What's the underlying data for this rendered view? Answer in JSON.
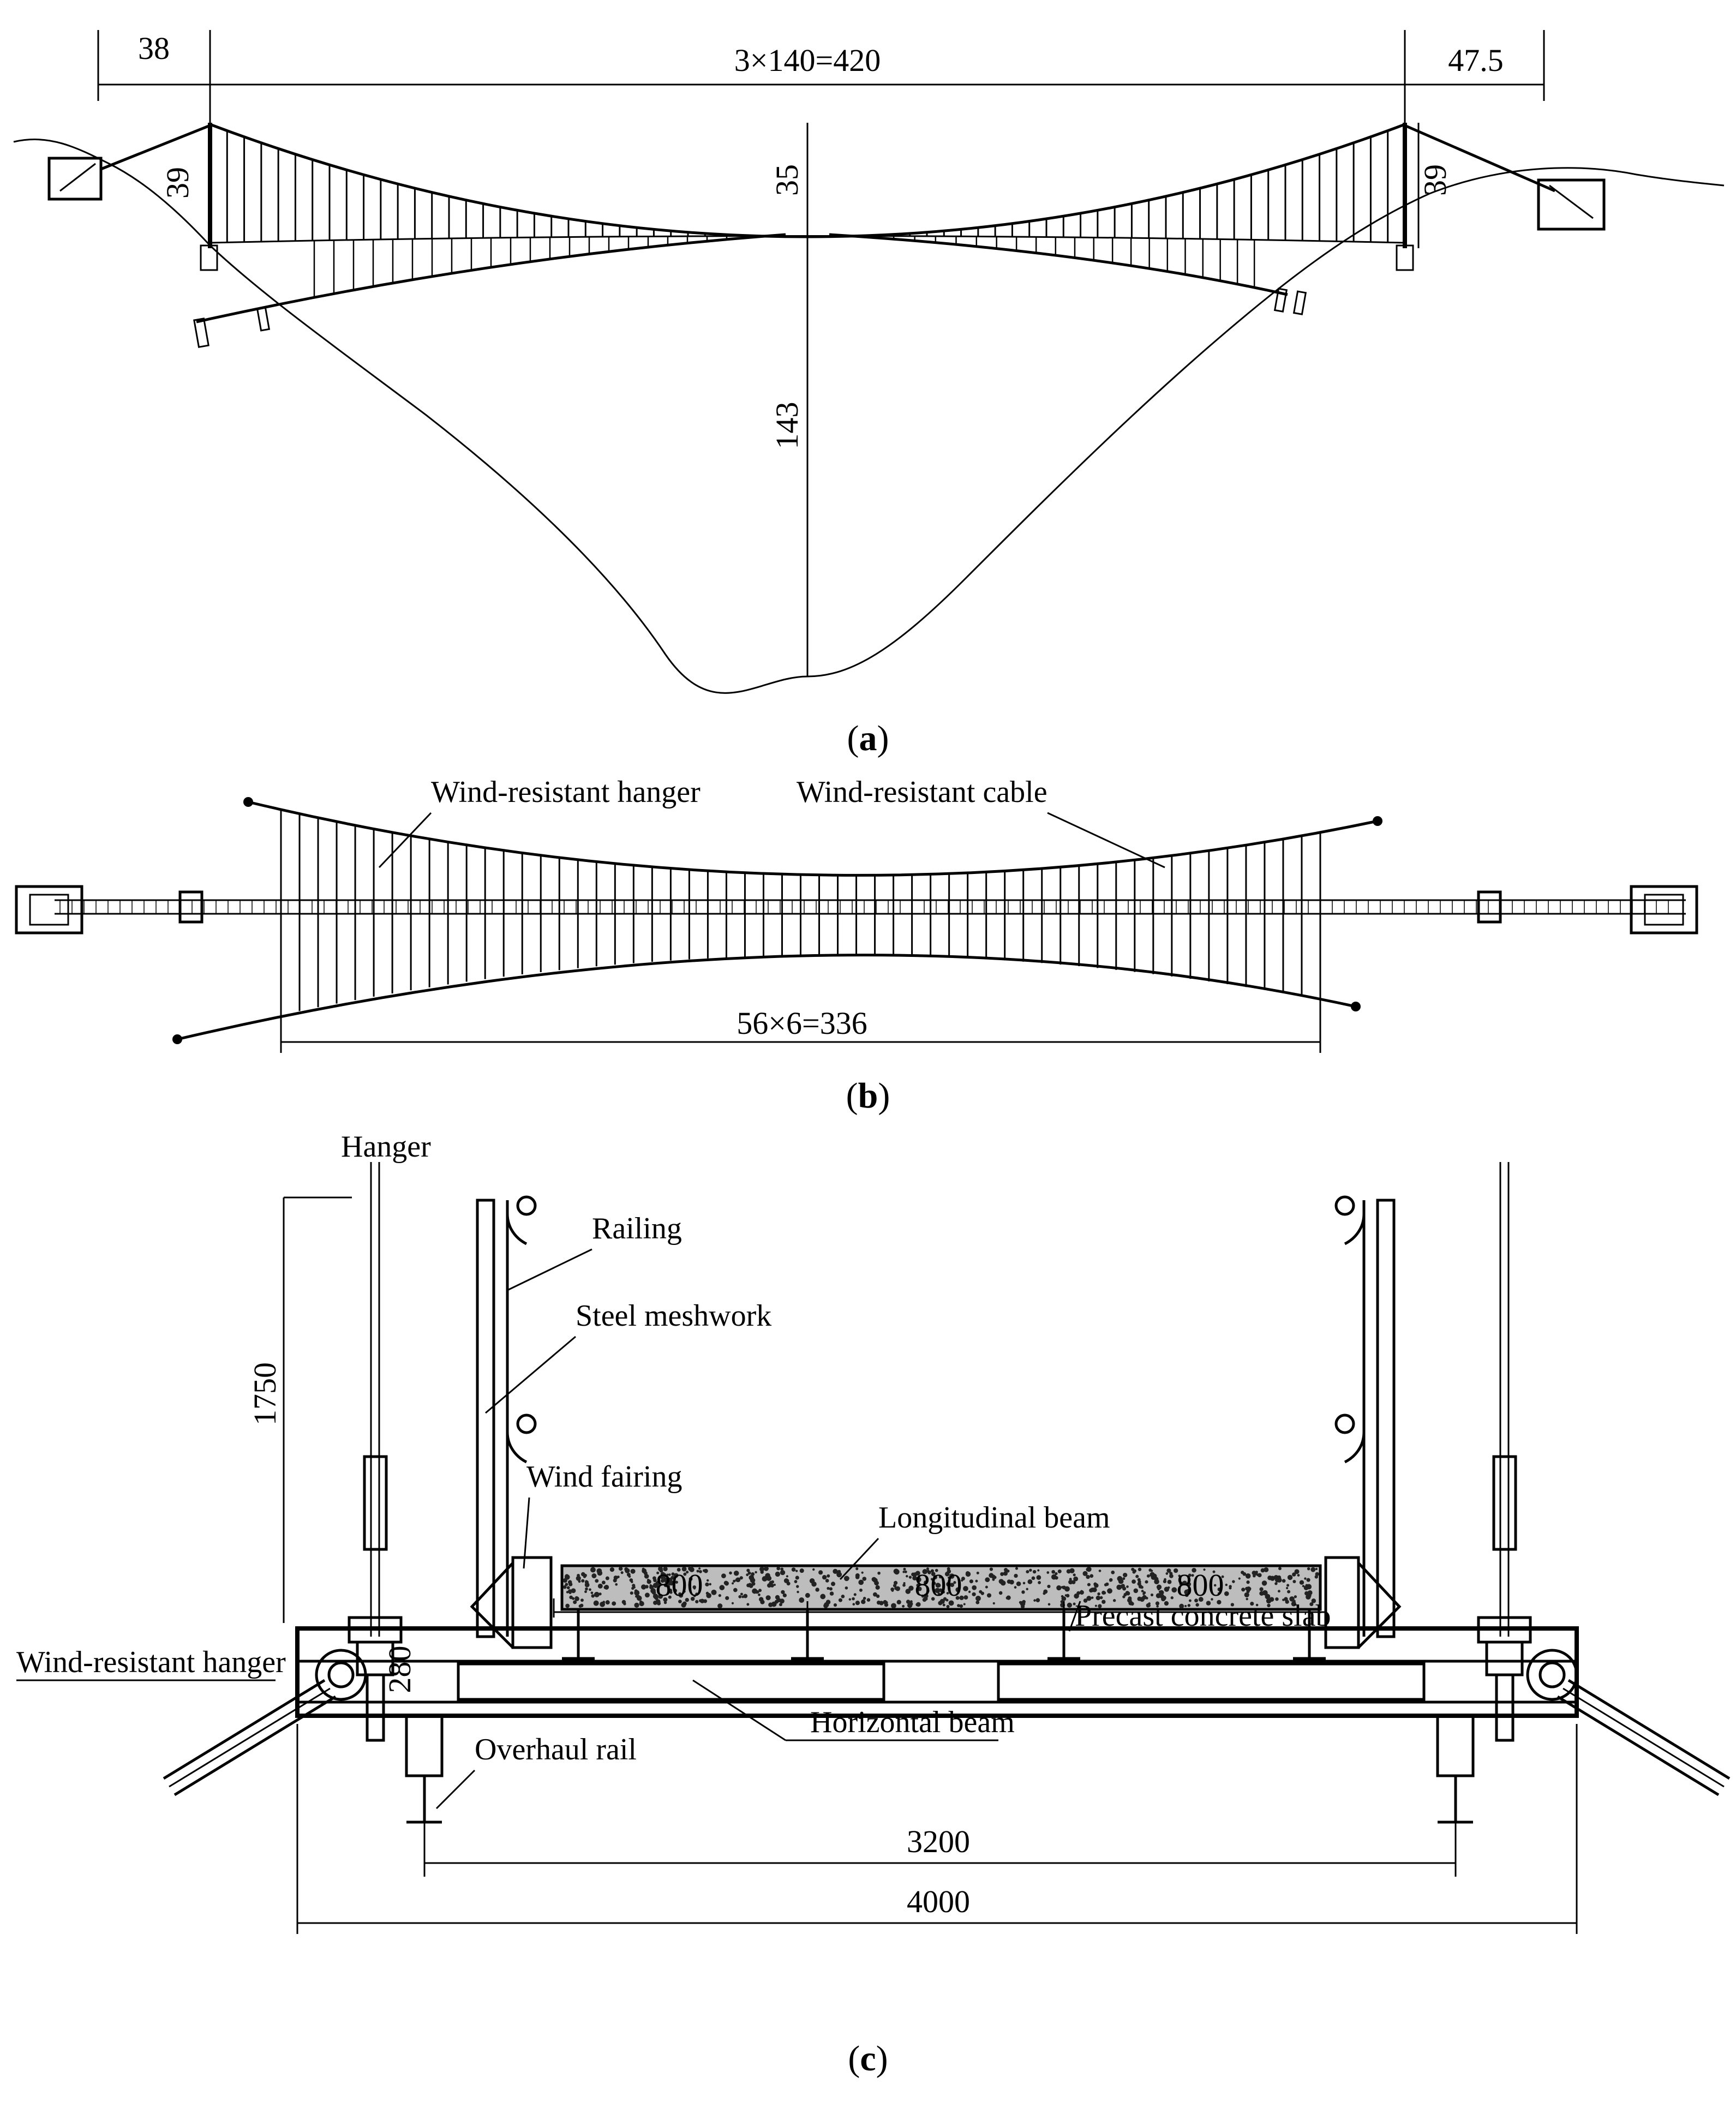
{
  "panel_a": {
    "dims": {
      "left_side_span": "38",
      "main_span": "3×140=420",
      "right_side_span": "47.5",
      "left_tower_height": "39",
      "sag": "35",
      "right_tower_height": "39",
      "valley_depth": "143"
    },
    "caption_prefix": "(",
    "caption_letter": "a",
    "caption_suffix": ")"
  },
  "panel_b": {
    "labels": {
      "wind_hanger": "Wind-resistant hanger",
      "wind_cable": "Wind-resistant cable",
      "span": "56×6=336"
    },
    "caption_prefix": "(",
    "caption_letter": "b",
    "caption_suffix": ")"
  },
  "panel_c": {
    "labels": {
      "hanger": "Hanger",
      "railing": "Railing",
      "steel_meshwork": "Steel meshwork",
      "wind_fairing": "Wind fairing",
      "longitudinal_beam": "Longitudinal beam",
      "precast_slab": "Precast concrete slab",
      "wind_hanger": "Wind-resistant hanger",
      "overhaul_rail": "Overhaul rail",
      "horizontal_beam": "Horizontal beam"
    },
    "dims": {
      "hanger_height": "1750",
      "bay1": "800",
      "bay2": "800",
      "bay3": "800",
      "beam_depth": "280",
      "rail_spacing": "3200",
      "overall_width": "4000"
    },
    "caption_prefix": "(",
    "caption_letter": "c",
    "caption_suffix": ")"
  }
}
